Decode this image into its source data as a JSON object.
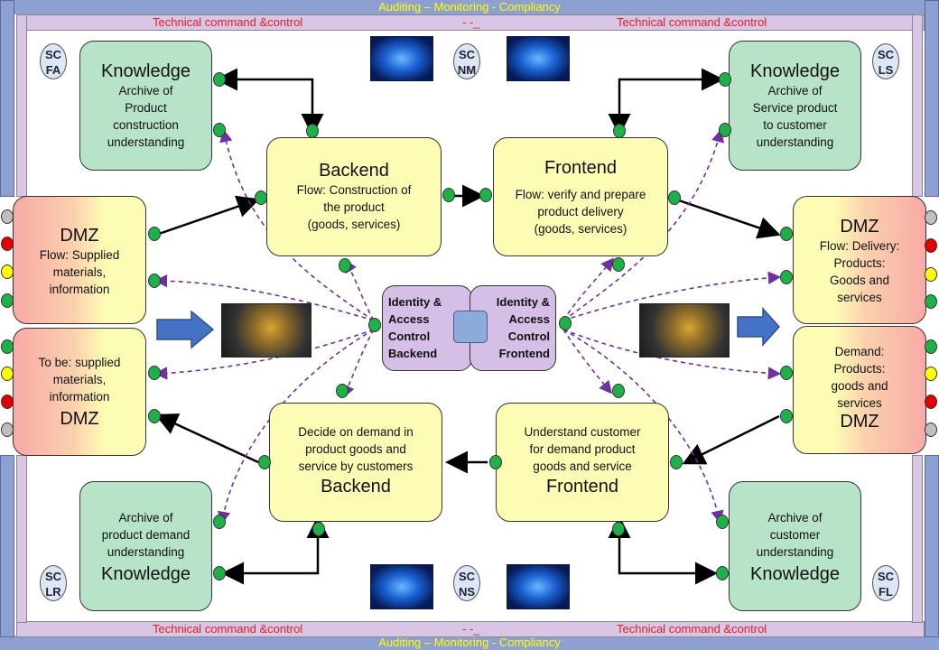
{
  "top_bar": "Auditing – Monitoring - Compliancy",
  "bottom_bar": "Auditing – Monitoring - Compliancy",
  "tcc_top": {
    "left": "Technical command &control",
    "mid": "- -_",
    "right": "Technical command &control"
  },
  "tcc_bottom": {
    "left": "Technical command &control",
    "mid": "- -_",
    "right": "Technical command &control"
  },
  "sc": {
    "fa": [
      "SC",
      "FA"
    ],
    "nm": [
      "SC",
      "NM"
    ],
    "ls": [
      "SC",
      "LS"
    ],
    "lr": [
      "SC",
      "LR"
    ],
    "ns": [
      "SC",
      "NS"
    ],
    "fl": [
      "SC",
      "FL"
    ]
  },
  "knowledge_tl": {
    "title": "Knowledge",
    "lines": [
      "Archive of",
      "Product",
      "construction",
      "understanding"
    ]
  },
  "knowledge_tr": {
    "title": "Knowledge",
    "lines": [
      "Archive of",
      "Service product",
      "to customer",
      "understanding"
    ]
  },
  "knowledge_bl": {
    "title": "Knowledge",
    "lines": [
      "Archive of",
      "product demand",
      "understanding"
    ]
  },
  "knowledge_br": {
    "title": "Knowledge",
    "lines": [
      "Archive of",
      "customer",
      "understanding"
    ]
  },
  "backend_top": {
    "title": "Backend",
    "lines": [
      "Flow:  Construction of",
      "the product",
      "(goods, services)"
    ]
  },
  "frontend_top": {
    "title": "Frontend",
    "lines": [
      "Flow:  verify and prepare",
      "product delivery",
      "(goods, services)"
    ]
  },
  "backend_bot": {
    "title": "Backend",
    "lines": [
      "Decide on demand in",
      "product goods and",
      "service by customers"
    ]
  },
  "frontend_bot": {
    "title": "Frontend",
    "lines": [
      "Understand customer",
      "for demand product",
      "goods and service"
    ]
  },
  "dmz_tl": {
    "title": "DMZ",
    "lines": [
      "Flow: Supplied",
      "materials,",
      "information"
    ]
  },
  "dmz_bl": {
    "title": "DMZ",
    "lines": [
      "To be: supplied",
      "materials,",
      "information"
    ]
  },
  "dmz_tr": {
    "title": "DMZ",
    "lines": [
      "Flow: Delivery:",
      "Products:",
      "Goods and",
      "services"
    ]
  },
  "dmz_br": {
    "title": "DMZ",
    "lines": [
      "Demand:",
      "Products:",
      "goods and",
      "services"
    ]
  },
  "iam_backend": [
    "Identity &",
    "Access",
    "Control",
    "Backend"
  ],
  "iam_frontend": [
    "Identity &",
    "Access",
    "Control",
    "Frontend"
  ],
  "colors": {
    "bar": "#8e9fd2",
    "tcc": "#d9c6e6",
    "green_box": "#b7e3c9",
    "yellow_box": "#fdfcb4",
    "purple_box": "#d5bfe6",
    "dot_green": "#1fb04a",
    "dashed_arrow": "#7030a0",
    "block_arrow": "#4472c4"
  }
}
